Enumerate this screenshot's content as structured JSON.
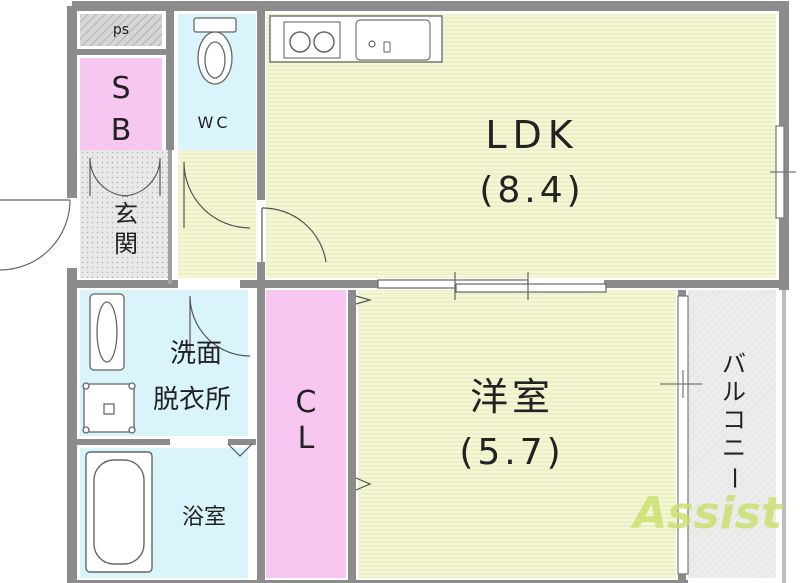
{
  "rooms": {
    "ldk": {
      "name": "LDK",
      "size": "(8.4)"
    },
    "western": {
      "name": "洋室",
      "size": "(5.7)"
    },
    "ps": "ps",
    "sb": [
      "S",
      "B"
    ],
    "wc": "WC",
    "entrance": [
      "玄",
      "関"
    ],
    "washroom": [
      "洗面",
      "脱衣所"
    ],
    "closet": [
      "C",
      "L"
    ],
    "bath": "浴室",
    "balcony": [
      "バ",
      "ル",
      "コ",
      "ニ",
      "ー"
    ]
  },
  "watermark": "Assist",
  "colors": {
    "ldk": "#f4f6d4",
    "western": "#f4f6d4",
    "corridor": "#f4f6d4",
    "sb": "#f7c6f1",
    "closet": "#f7c6f1",
    "wet": "#d9f5fb",
    "balcony": "#ececec",
    "entrance": "#e8e8e8",
    "wall": "#8c8c8c",
    "watermark": "#c8e06a"
  }
}
